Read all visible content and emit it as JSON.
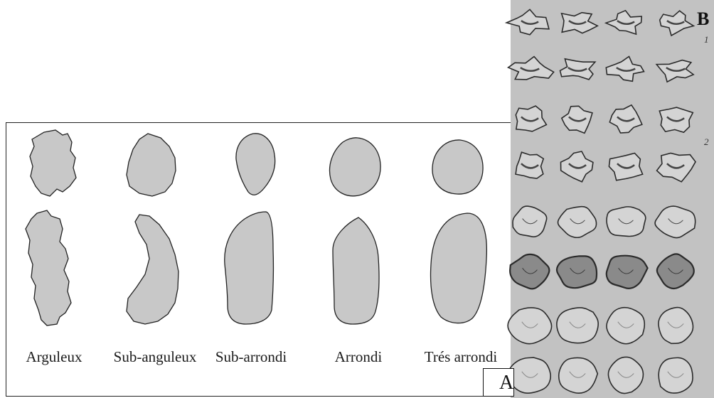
{
  "panel_a": {
    "letter": "A",
    "columns": [
      {
        "label": "Arguleux"
      },
      {
        "label": "Sub-anguleux"
      },
      {
        "label": "Sub-arrondi"
      },
      {
        "label": "Arrondi"
      },
      {
        "label": "Trés arrondi"
      }
    ],
    "shape_fill": "#c8c8c8",
    "shape_stroke": "#222222"
  },
  "panel_b": {
    "letter": "B",
    "row_numbers": [
      "1",
      "2"
    ],
    "background": "#c2c2c2",
    "grain_fill": "#d4d4d4",
    "ink": "#2b2b2b"
  }
}
